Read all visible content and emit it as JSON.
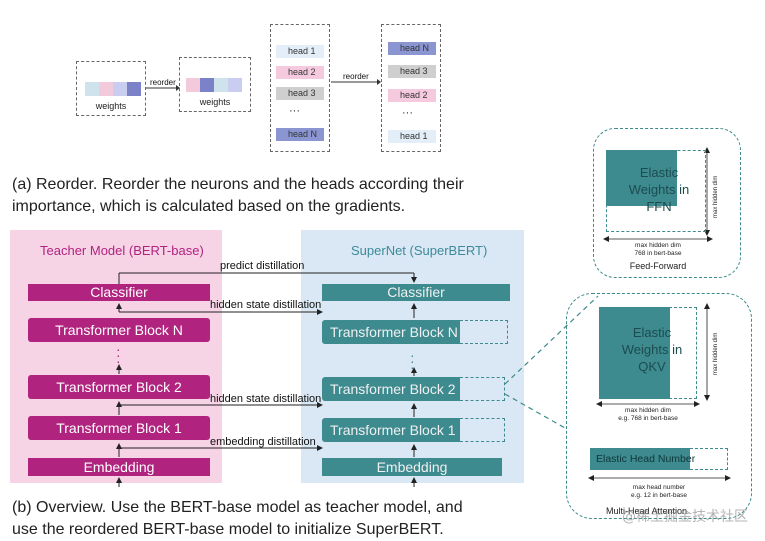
{
  "reorder_section": {
    "weights_label_left": "weights",
    "weights_label_right": "weights",
    "arrow_label_1": "reorder",
    "arrow_label_2": "reorder",
    "heads_before": [
      "head 1",
      "head 2",
      "head 3",
      "···",
      "head N"
    ],
    "heads_after": [
      "head N",
      "head 3",
      "head 2",
      "···",
      "head 1"
    ]
  },
  "caption_a": {
    "line1": "(a) Reorder. Reorder the neurons and the heads according their",
    "line2": "importance, which is calculated based on the gradients."
  },
  "teacher": {
    "title": "Teacher Model (BERT-base)",
    "classifier": "Classifier",
    "block_n": "Transformer Block N",
    "block_2": "Transformer Block 2",
    "block_1": "Transformer Block 1",
    "embedding": "Embedding"
  },
  "supernet": {
    "title": "SuperNet (SuperBERT)",
    "classifier": "Classifier",
    "block_n": "Transformer Block N",
    "block_2": "Transformer Block 2",
    "block_1": "Transformer Block 1",
    "embedding": "Embedding"
  },
  "distillation": {
    "predict": "predict distillation",
    "hidden_top": "hidden state distillation",
    "hidden_mid": "hidden state distillation",
    "embedding": "embedding distillation"
  },
  "ffn_panel": {
    "box_text": "Elastic Weights in FFN",
    "vertical_label": "max hidden dim",
    "bottom_label_1": "max hidden dim",
    "bottom_label_2": "768 in bert-base",
    "title": "Feed-Forward"
  },
  "mha_panel": {
    "qkv_text": "Elastic Weights in QKV",
    "vertical_label": "max hidden dim",
    "bottom_label_1": "max hidden dim",
    "bottom_label_2": "e.g. 768 in bert-base",
    "head_bar_text": "Elastic Head Number",
    "head_label_1": "max head number",
    "head_label_2": "e.g. 12 in bert-base",
    "title": "Multi-Head Attention",
    "watermark": "@稀土掘金技术社区"
  },
  "caption_b": {
    "line1": "(b) Overview. Use the BERT-base model as teacher model, and",
    "line2": "use the reordered BERT-base model to initialize SuperBERT."
  },
  "colors": {
    "teacher_bar": "#b0237f",
    "teacher_bg": "#f7d3e6",
    "supernet_bar": "#3d8a8f",
    "supernet_bg": "#d9e8f4",
    "panel_border": "#3d8a8a"
  }
}
